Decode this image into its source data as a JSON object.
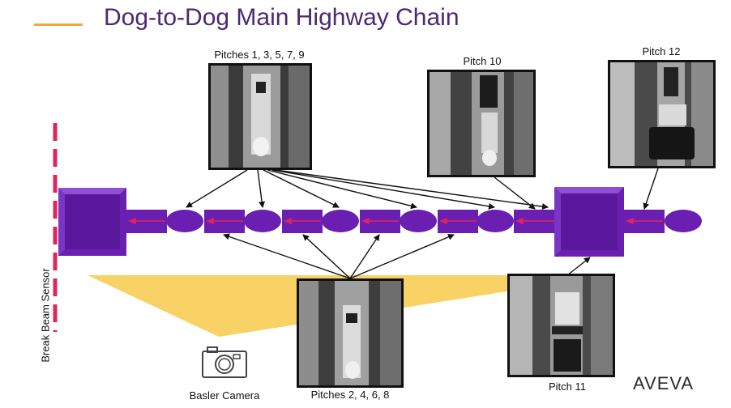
{
  "slide": {
    "title": "Dog-to-Dog Main Highway Chain",
    "accent_color": "#f4a83a",
    "title_color": "#4a2a73",
    "chain_color": "#6a1fb0",
    "arrow_color": "#e0245e"
  },
  "photos": {
    "odd_pitches": {
      "label": "Pitches 1, 3, 5, 7, 9"
    },
    "pitch_10": {
      "label": "Pitch 10"
    },
    "pitch_12": {
      "label": "Pitch 12"
    },
    "even_pitches": {
      "label": "Pitches 2, 4, 6, 8"
    },
    "pitch_11": {
      "label": "Pitch 11"
    }
  },
  "sensor": {
    "label": "Break Beam Sensor",
    "color": "#e0245e"
  },
  "camera": {
    "label": "Basler Camera",
    "icon": "camera-icon"
  },
  "logo": {
    "text": "AVEVA"
  }
}
